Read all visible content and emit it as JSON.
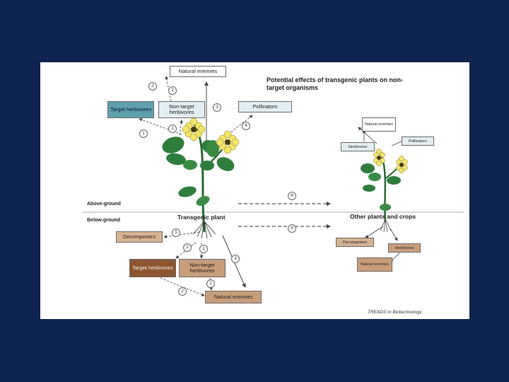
{
  "title": "Potential effects of transgenic plants on non-target organisms",
  "labels": {
    "above_ground": "Above-ground",
    "below_ground": "Below-ground",
    "transgenic_plant": "Transgenic plant",
    "other_plants": "Other plants and crops",
    "credit": "TRENDS in Biotechnology"
  },
  "above": {
    "natural_enemies": "Natural enemies",
    "target_herbivores": "Target herbivores",
    "nontarget_herbivores": "Non-target herbivores",
    "pollinators": "Pollinators"
  },
  "below": {
    "decomposers": "Decomposers",
    "target_herbivores": "Target herbivores",
    "nontarget_herbivores": "Non-target herbivores",
    "natural_enemies": "Natural enemies"
  },
  "other": {
    "natural_enemies": "Natural enemies",
    "herbivores": "Herbivores",
    "pollinators": "Pollinators",
    "decomposers": "Decomposers",
    "herbivores_below": "Herbivores",
    "natural_enemies_below": "Natural enemies"
  },
  "numbers": [
    "1",
    "2",
    "3",
    "4",
    "5",
    "6"
  ],
  "colors": {
    "background": "#0e2350",
    "target_above": "#5ea1ad",
    "nontarget_above": "#e3eef2",
    "below_dark": "#8c5530",
    "below_tan": "#c89d7a",
    "leaf": "#2f7d3b",
    "flower": "#f3e46a"
  }
}
